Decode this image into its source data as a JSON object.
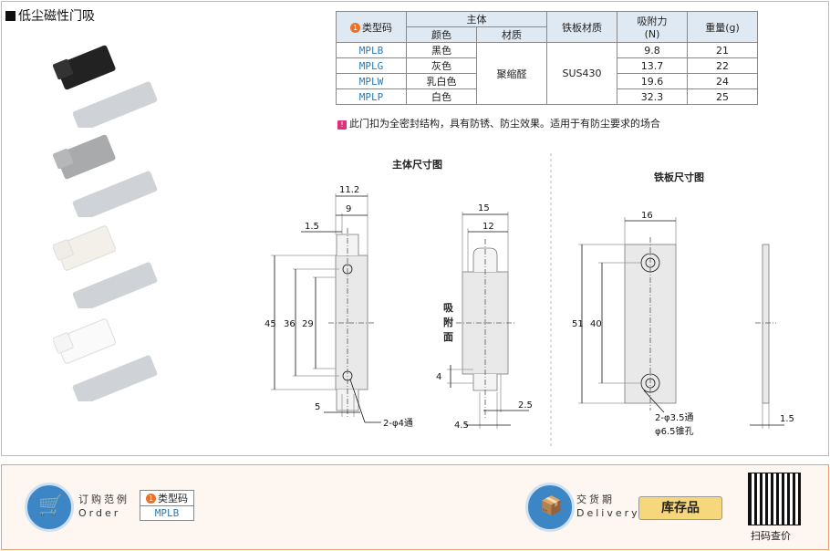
{
  "page_title": "低尘磁性门吸",
  "table": {
    "head": {
      "model_code": "类型码",
      "badge": "1",
      "body": "主体",
      "color": "颜色",
      "material": "材质",
      "plate_material": "铁板材质",
      "force": "吸附力",
      "force_unit": "(N)",
      "weight": "重量(g)"
    },
    "rows": [
      {
        "code": "MPLB",
        "color": "黑色",
        "force": "9.8",
        "weight": "21"
      },
      {
        "code": "MPLG",
        "color": "灰色",
        "force": "13.7",
        "weight": "22"
      },
      {
        "code": "MPLW",
        "color": "乳白色",
        "force": "19.6",
        "weight": "24"
      },
      {
        "code": "MPLP",
        "color": "白色",
        "force": "32.3",
        "weight": "25"
      }
    ],
    "body_material": "聚缩醛",
    "plate_material_value": "SUS430"
  },
  "note": {
    "icon": "!",
    "text": "此门扣为全密封结构，具有防锈、防尘效果。适用于有防尘要求的场合"
  },
  "drawing_main": {
    "label": "主体尺寸图",
    "dims": {
      "w_total": "11.2",
      "w_inner": "9",
      "offset": "1.5",
      "h45": "45",
      "h36": "36",
      "h29": "29",
      "w5": "5",
      "hole": "2-φ4通",
      "w15": "15",
      "w12": "12",
      "h4": "4",
      "w4_5": "4.5",
      "w2_5": "2.5",
      "face": "吸附面"
    }
  },
  "drawing_plate": {
    "label": "铁板尺寸图",
    "dims": {
      "w16": "16",
      "h51": "51",
      "h40": "40",
      "hole1": "2-φ3.5通",
      "hole2": "φ6.5锥孔",
      "t": "1.5"
    }
  },
  "order": {
    "title": "订购范例",
    "sub": "Order",
    "badge": "1",
    "code_label": "类型码",
    "code_value": "MPLB"
  },
  "delivery": {
    "title": "交货期",
    "sub": "Delivery",
    "stock": "库存品"
  },
  "qr_label": "扫码查价",
  "colors": {
    "header_bg": "#dfe9f3",
    "code_blue": "#2a7ab8",
    "accent": "#3d86c6"
  }
}
